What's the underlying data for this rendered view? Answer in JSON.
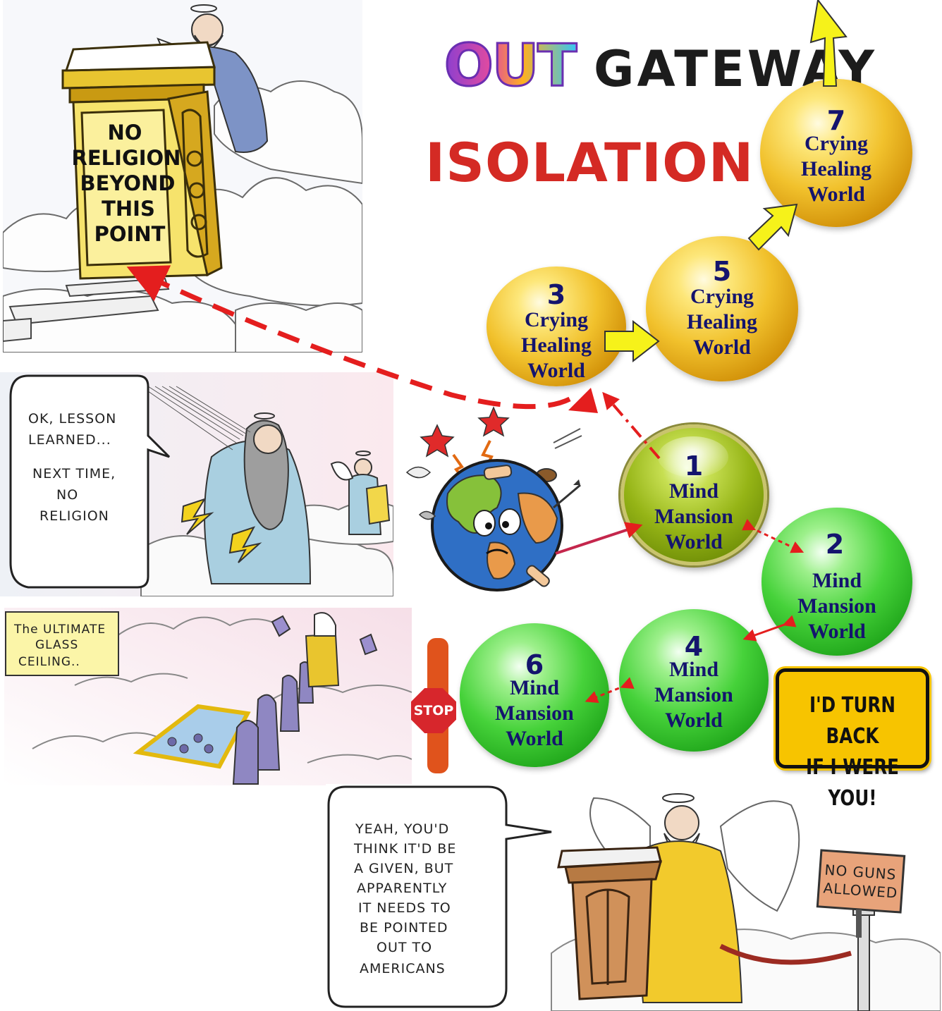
{
  "logo": {
    "out": "OUT",
    "gateway": "GATEWAY"
  },
  "title": "ISOLATION",
  "spheres": [
    {
      "id": "1",
      "number": "1",
      "lines": [
        "Mind",
        "Mansion",
        "World"
      ],
      "color": "olive"
    },
    {
      "id": "2",
      "number": "2",
      "lines": [
        "Mind",
        "Mansion",
        "World"
      ],
      "color": "green"
    },
    {
      "id": "3",
      "number": "3",
      "lines": [
        "Crying",
        "Healing",
        "World"
      ],
      "color": "gold"
    },
    {
      "id": "4",
      "number": "4",
      "lines": [
        "Mind",
        "Mansion",
        "World"
      ],
      "color": "green"
    },
    {
      "id": "5",
      "number": "5",
      "lines": [
        "Crying",
        "Healing",
        "World"
      ],
      "color": "gold"
    },
    {
      "id": "6",
      "number": "6",
      "lines": [
        "Mind",
        "Mansion",
        "World"
      ],
      "color": "green"
    },
    {
      "id": "7",
      "number": "7",
      "lines": [
        "Crying",
        "Healing",
        "World"
      ],
      "color": "gold"
    }
  ],
  "cartoons": {
    "pulpit": {
      "sign_lines": [
        "NO",
        "RELIGION",
        "BEYOND",
        "THIS",
        "POINT"
      ]
    },
    "lesson": {
      "bubble_lines": [
        "OK, LESSON",
        "LEARNED...",
        "NEXT TIME,",
        "NO",
        "RELIGION"
      ]
    },
    "ceiling": {
      "caption_lines": [
        "The ULTIMATE",
        "GLASS",
        "CEILING.."
      ]
    },
    "guns": {
      "bubble_lines": [
        "YEAH, YOU'D",
        "THINK IT'D BE",
        "A GIVEN, BUT",
        "APPARENTLY",
        "IT NEEDS TO",
        "BE POINTED",
        "OUT TO",
        "AMERICANS"
      ],
      "sign_lines": [
        "NO GUNS",
        "ALLOWED"
      ]
    }
  },
  "stop_sign": "STOP",
  "warning_sign": {
    "line1": "I'D TURN BACK",
    "line2": "IF I WERE YOU!"
  },
  "colors": {
    "isolation_red": "#d42a24",
    "sphere_text": "#14146e",
    "arrow_red": "#e41e1e",
    "arrow_yellow": "#f6f21a",
    "sign_yellow": "#f7c400"
  }
}
